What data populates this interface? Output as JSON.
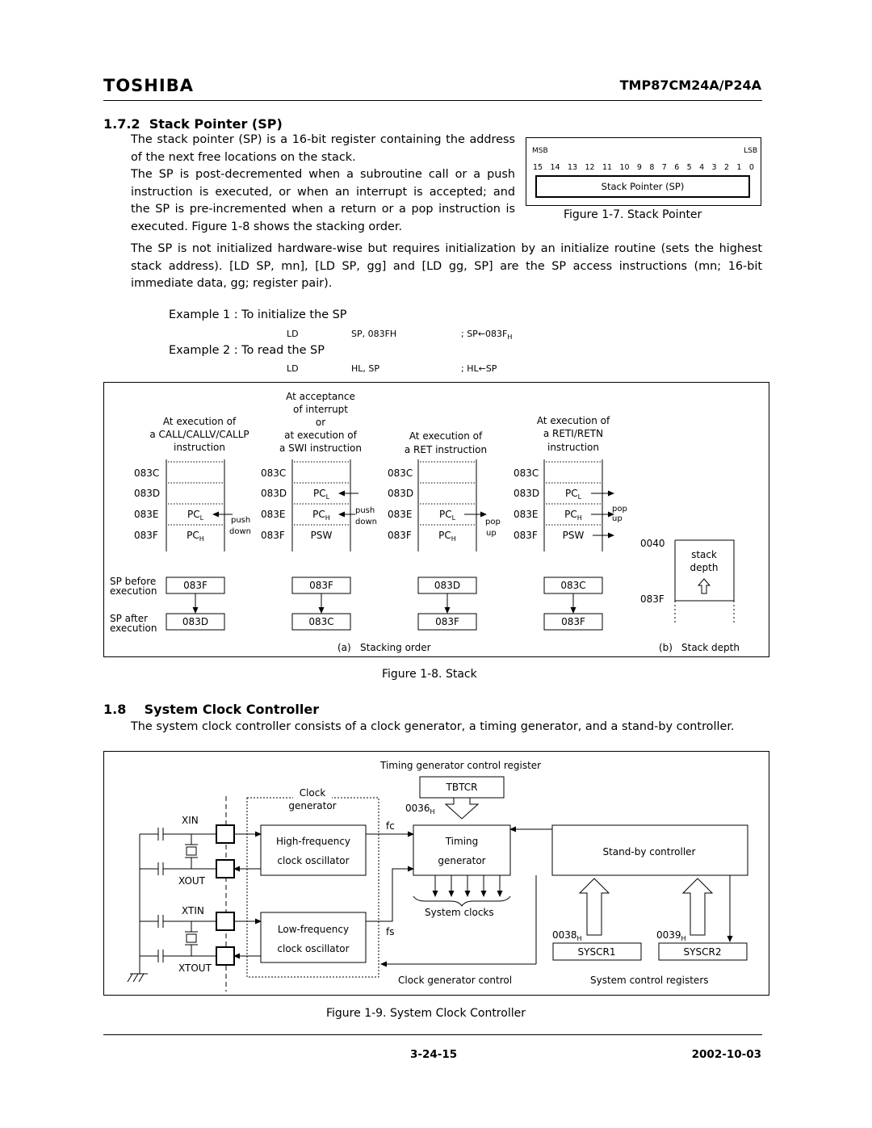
{
  "header": {
    "brand": "TOSHIBA",
    "part_number": "TMP87CM24A/P24A"
  },
  "section_sp": {
    "number": "1.7.2",
    "title": "Stack Pointer (SP)",
    "para1_lines": [
      "The stack pointer (SP) is a 16-bit register containing the address",
      "of the next free locations on the stack."
    ],
    "para2_lines": [
      "The SP is post-decremented when a subroutine call or a push",
      "instruction is executed, or when an interrupt is accepted; and",
      "the SP is pre-incremented when a return or a pop instruction is",
      "executed.  Figure 1-8 shows the stacking order."
    ],
    "para3_lines": [
      "The SP is not initialized hardware-wise but requires initialization by an initialize routine (sets the highest",
      "stack address).  [LD  SP, mn], [LD  SP, gg] and [LD  gg, SP] are the SP access instructions (mn; 16-bit",
      "immediate data, gg; register pair)."
    ],
    "example1": {
      "title": "Example 1 : To initialize the SP",
      "op": "LD",
      "operand": "SP, 083FH",
      "comment": ";  SP←083F",
      "sub": "H"
    },
    "example2": {
      "title": "Example 2 : To read the SP",
      "op": "LD",
      "operand": "HL, SP",
      "comment": ";  HL←SP"
    }
  },
  "fig17": {
    "msb": "MSB",
    "lsb": "LSB",
    "bits": [
      "15",
      "14",
      "13",
      "12",
      "11",
      "10",
      "9",
      "8",
      "7",
      "6",
      "5",
      "4",
      "3",
      "2",
      "1",
      "0"
    ],
    "register_label": "Stack Pointer (SP)",
    "caption": "Figure 1-7.   Stack Pointer"
  },
  "fig18": {
    "col1_head": [
      "At execution of",
      "a CALL/CALLV/CALLP",
      "instruction"
    ],
    "col2_head": [
      "At acceptance",
      "of interrupt",
      "or",
      "at execution of",
      "a SWI instruction"
    ],
    "col3_head": [
      "At execution of",
      "a RET instruction"
    ],
    "col4_head": [
      "At execution of",
      "a RETI/RETN",
      "instruction"
    ],
    "addresses": [
      "083C",
      "083D",
      "083E",
      "083F"
    ],
    "pcl": "PC",
    "pch": "PC",
    "sub_l": "L",
    "sub_h": "H",
    "psw": "PSW",
    "push": "push",
    "down": "down",
    "pop": "pop",
    "up": "up",
    "sp_before": [
      "SP before",
      "execution"
    ],
    "sp_after": [
      "SP after",
      "execution"
    ],
    "before_values": [
      "083F",
      "083F",
      "083D",
      "083C"
    ],
    "after_values": [
      "083D",
      "083C",
      "083F",
      "083F"
    ],
    "label_a": "(a)",
    "caption_a": "Stacking order",
    "label_b": "(b)",
    "caption_b": "Stack depth",
    "depth_top": "0040",
    "depth_bottom": "083F",
    "stack": "stack",
    "depth": "depth",
    "caption": "Figure 1-8.   Stack"
  },
  "section_clk": {
    "number": "1.8",
    "title": "System Clock Controller",
    "para": "The system clock controller consists of a clock generator, a timing generator, and a stand-by controller."
  },
  "fig19": {
    "tgcr": "Timing generator control register",
    "tbtcr": "TBTCR",
    "addr_tbtcr": "0036",
    "clock_gen": [
      "Clock",
      "generator"
    ],
    "xin": "XIN",
    "xout": "XOUT",
    "xtin": "XTIN",
    "xtout": "XTOUT",
    "hf_osc": [
      "High-frequency",
      "clock oscillator"
    ],
    "lf_osc": [
      "Low-frequency",
      "clock oscillator"
    ],
    "fc": "fc",
    "fs": "fs",
    "timing": [
      "Timing",
      "generator"
    ],
    "system_clocks": "System clocks",
    "standby": "Stand-by controller",
    "addr_sys1": "0038",
    "addr_sys2": "0039",
    "sys1": "SYSCR1",
    "sys2": "SYSCR2",
    "clk_ctrl": "Clock  generator control",
    "sys_regs": "System control registers",
    "h": "H",
    "caption": "Figure 1-9.   System Clock Controller"
  },
  "footer": {
    "page": "3-24-15",
    "date": "2002-10-03"
  }
}
